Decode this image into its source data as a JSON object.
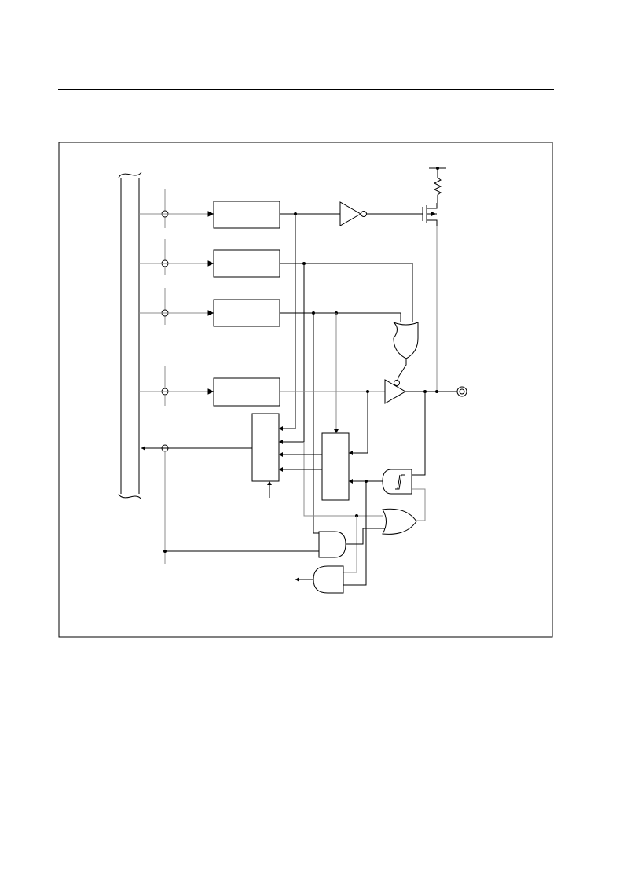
{
  "document": {
    "header_rule": true,
    "figure": {
      "frame_color": "#000000",
      "wire_color": "#000000",
      "secondary_wire_color": "#8c8c8c",
      "blocks": [
        {
          "id": "latch-1"
        },
        {
          "id": "latch-2"
        },
        {
          "id": "latch-3"
        },
        {
          "id": "latch-4"
        },
        {
          "id": "read-mux"
        },
        {
          "id": "edge-latch"
        }
      ],
      "gates": [
        {
          "id": "output-inverter",
          "kind": "not"
        },
        {
          "id": "or-gate-top",
          "kind": "or"
        },
        {
          "id": "output-buffer",
          "kind": "buffer"
        },
        {
          "id": "schmitt-and-gate",
          "kind": "and-schmitt"
        },
        {
          "id": "or-gate-lower",
          "kind": "or"
        },
        {
          "id": "and-gate-mid",
          "kind": "and"
        },
        {
          "id": "and-gate-bottom",
          "kind": "and"
        }
      ],
      "devices": [
        {
          "id": "pullup-resistor",
          "kind": "resistor"
        },
        {
          "id": "pmos-transistor",
          "kind": "p-channel-mosfet"
        },
        {
          "id": "io-pin",
          "kind": "pad"
        }
      ]
    }
  }
}
